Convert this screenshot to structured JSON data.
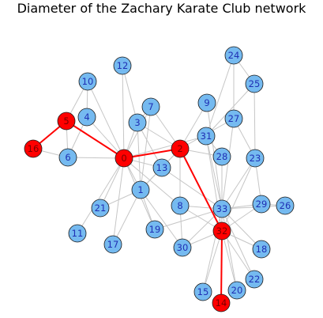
{
  "title": "Diameter of the Zachary Karate Club network",
  "colors": {
    "node_default": "#75baf0",
    "node_highlight": "#ff0000",
    "node_stroke": "#1a1a1a",
    "label_default": "#1f2fb4",
    "label_highlight": "#7a0000",
    "edge_default": "#c6c6c6",
    "edge_highlight": "#ff0000"
  },
  "graph": {
    "nodes": [
      {
        "id": "0",
        "highlight": true
      },
      {
        "id": "1",
        "highlight": false
      },
      {
        "id": "2",
        "highlight": true
      },
      {
        "id": "3",
        "highlight": false
      },
      {
        "id": "4",
        "highlight": false
      },
      {
        "id": "5",
        "highlight": true
      },
      {
        "id": "6",
        "highlight": false
      },
      {
        "id": "7",
        "highlight": false
      },
      {
        "id": "8",
        "highlight": false
      },
      {
        "id": "9",
        "highlight": false
      },
      {
        "id": "10",
        "highlight": false
      },
      {
        "id": "11",
        "highlight": false
      },
      {
        "id": "12",
        "highlight": false
      },
      {
        "id": "13",
        "highlight": false
      },
      {
        "id": "14",
        "highlight": true
      },
      {
        "id": "15",
        "highlight": false
      },
      {
        "id": "16",
        "highlight": true
      },
      {
        "id": "17",
        "highlight": false
      },
      {
        "id": "18",
        "highlight": false
      },
      {
        "id": "19",
        "highlight": false
      },
      {
        "id": "20",
        "highlight": false
      },
      {
        "id": "21",
        "highlight": false
      },
      {
        "id": "22",
        "highlight": false
      },
      {
        "id": "23",
        "highlight": false
      },
      {
        "id": "24",
        "highlight": false
      },
      {
        "id": "25",
        "highlight": false
      },
      {
        "id": "26",
        "highlight": false
      },
      {
        "id": "27",
        "highlight": false
      },
      {
        "id": "28",
        "highlight": false
      },
      {
        "id": "29",
        "highlight": false
      },
      {
        "id": "30",
        "highlight": false
      },
      {
        "id": "31",
        "highlight": false
      },
      {
        "id": "32",
        "highlight": true
      },
      {
        "id": "33",
        "highlight": false
      }
    ],
    "edges": [
      [
        "0",
        "1"
      ],
      [
        "0",
        "2"
      ],
      [
        "0",
        "3"
      ],
      [
        "0",
        "4"
      ],
      [
        "0",
        "5"
      ],
      [
        "0",
        "6"
      ],
      [
        "0",
        "7"
      ],
      [
        "0",
        "8"
      ],
      [
        "0",
        "10"
      ],
      [
        "0",
        "11"
      ],
      [
        "0",
        "12"
      ],
      [
        "0",
        "13"
      ],
      [
        "0",
        "17"
      ],
      [
        "0",
        "19"
      ],
      [
        "0",
        "21"
      ],
      [
        "0",
        "31"
      ],
      [
        "1",
        "2"
      ],
      [
        "1",
        "3"
      ],
      [
        "1",
        "7"
      ],
      [
        "1",
        "13"
      ],
      [
        "1",
        "17"
      ],
      [
        "1",
        "19"
      ],
      [
        "1",
        "21"
      ],
      [
        "1",
        "30"
      ],
      [
        "2",
        "3"
      ],
      [
        "2",
        "7"
      ],
      [
        "2",
        "8"
      ],
      [
        "2",
        "9"
      ],
      [
        "2",
        "13"
      ],
      [
        "2",
        "27"
      ],
      [
        "2",
        "28"
      ],
      [
        "2",
        "32"
      ],
      [
        "3",
        "7"
      ],
      [
        "3",
        "12"
      ],
      [
        "3",
        "13"
      ],
      [
        "4",
        "6"
      ],
      [
        "4",
        "10"
      ],
      [
        "5",
        "6"
      ],
      [
        "5",
        "10"
      ],
      [
        "5",
        "16"
      ],
      [
        "6",
        "16"
      ],
      [
        "8",
        "30"
      ],
      [
        "8",
        "32"
      ],
      [
        "8",
        "33"
      ],
      [
        "9",
        "33"
      ],
      [
        "13",
        "33"
      ],
      [
        "14",
        "32"
      ],
      [
        "14",
        "33"
      ],
      [
        "15",
        "32"
      ],
      [
        "15",
        "33"
      ],
      [
        "18",
        "32"
      ],
      [
        "18",
        "33"
      ],
      [
        "19",
        "33"
      ],
      [
        "20",
        "32"
      ],
      [
        "20",
        "33"
      ],
      [
        "22",
        "32"
      ],
      [
        "22",
        "33"
      ],
      [
        "23",
        "25"
      ],
      [
        "23",
        "27"
      ],
      [
        "23",
        "29"
      ],
      [
        "23",
        "32"
      ],
      [
        "23",
        "33"
      ],
      [
        "24",
        "25"
      ],
      [
        "24",
        "27"
      ],
      [
        "24",
        "31"
      ],
      [
        "25",
        "31"
      ],
      [
        "26",
        "29"
      ],
      [
        "26",
        "33"
      ],
      [
        "27",
        "33"
      ],
      [
        "28",
        "31"
      ],
      [
        "28",
        "33"
      ],
      [
        "29",
        "32"
      ],
      [
        "29",
        "33"
      ],
      [
        "30",
        "32"
      ],
      [
        "30",
        "33"
      ],
      [
        "31",
        "32"
      ],
      [
        "31",
        "33"
      ],
      [
        "32",
        "33"
      ]
    ],
    "diameter_path": [
      "16",
      "5",
      "0",
      "2",
      "32",
      "14"
    ]
  }
}
